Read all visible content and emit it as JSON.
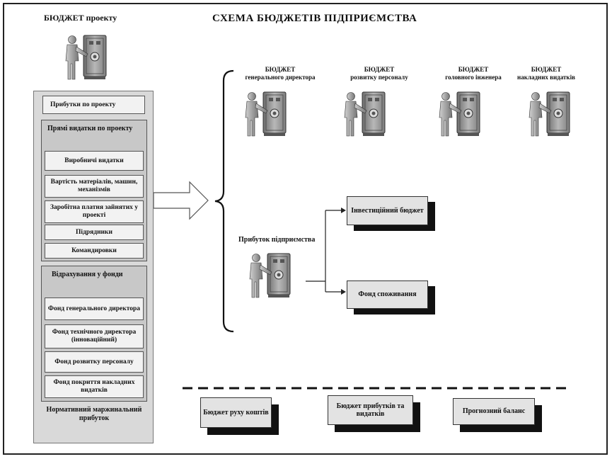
{
  "title": "СХЕМА  БЮДЖЕТІВ  ПІДПРИЄМСТВА",
  "project_budget_label": "БЮДЖЕТ проекту",
  "left_panel": {
    "profits": "Прибутки по проекту",
    "direct_costs_title": "Прямі видатки по проекту",
    "direct_costs": [
      "Виробничі видатки",
      "Вартість матеріалів, машин, механізмів",
      "Заробітна платня зайнятих у проекті",
      "Підрядники",
      "Командировки"
    ],
    "funds_title": "Відрахування у фонди",
    "funds": [
      "Фонд генерального директора",
      "Фонд технічного директора (інноваційний)",
      "Фонд розвитку персоналу",
      "Фонд покриття накладних видатків"
    ],
    "footer": "Нормативний маржинальний прибуток"
  },
  "top_budgets": [
    {
      "line1": "БЮДЖЕТ",
      "line2": "генерального директора"
    },
    {
      "line1": "БЮДЖЕТ",
      "line2": "розвитку персоналу"
    },
    {
      "line1": "БЮДЖЕТ",
      "line2": "головного інженера"
    },
    {
      "line1": "БЮДЖЕТ",
      "line2": "накладних видатків"
    }
  ],
  "enterprise_profit": "Прибуток підприємства",
  "investment_budget": "Інвестиційний бюджет",
  "consumption_fund": "Фонд споживання",
  "bottom_boxes": [
    "Бюджет руху коштів",
    "Бюджет прибутків та видатків",
    "Прогнозний баланс"
  ],
  "colors": {
    "box_fill": "#e3e3e3",
    "panel_fill": "#d9d9d9",
    "shadow": "#111111",
    "figure": "#9a9a9a"
  }
}
